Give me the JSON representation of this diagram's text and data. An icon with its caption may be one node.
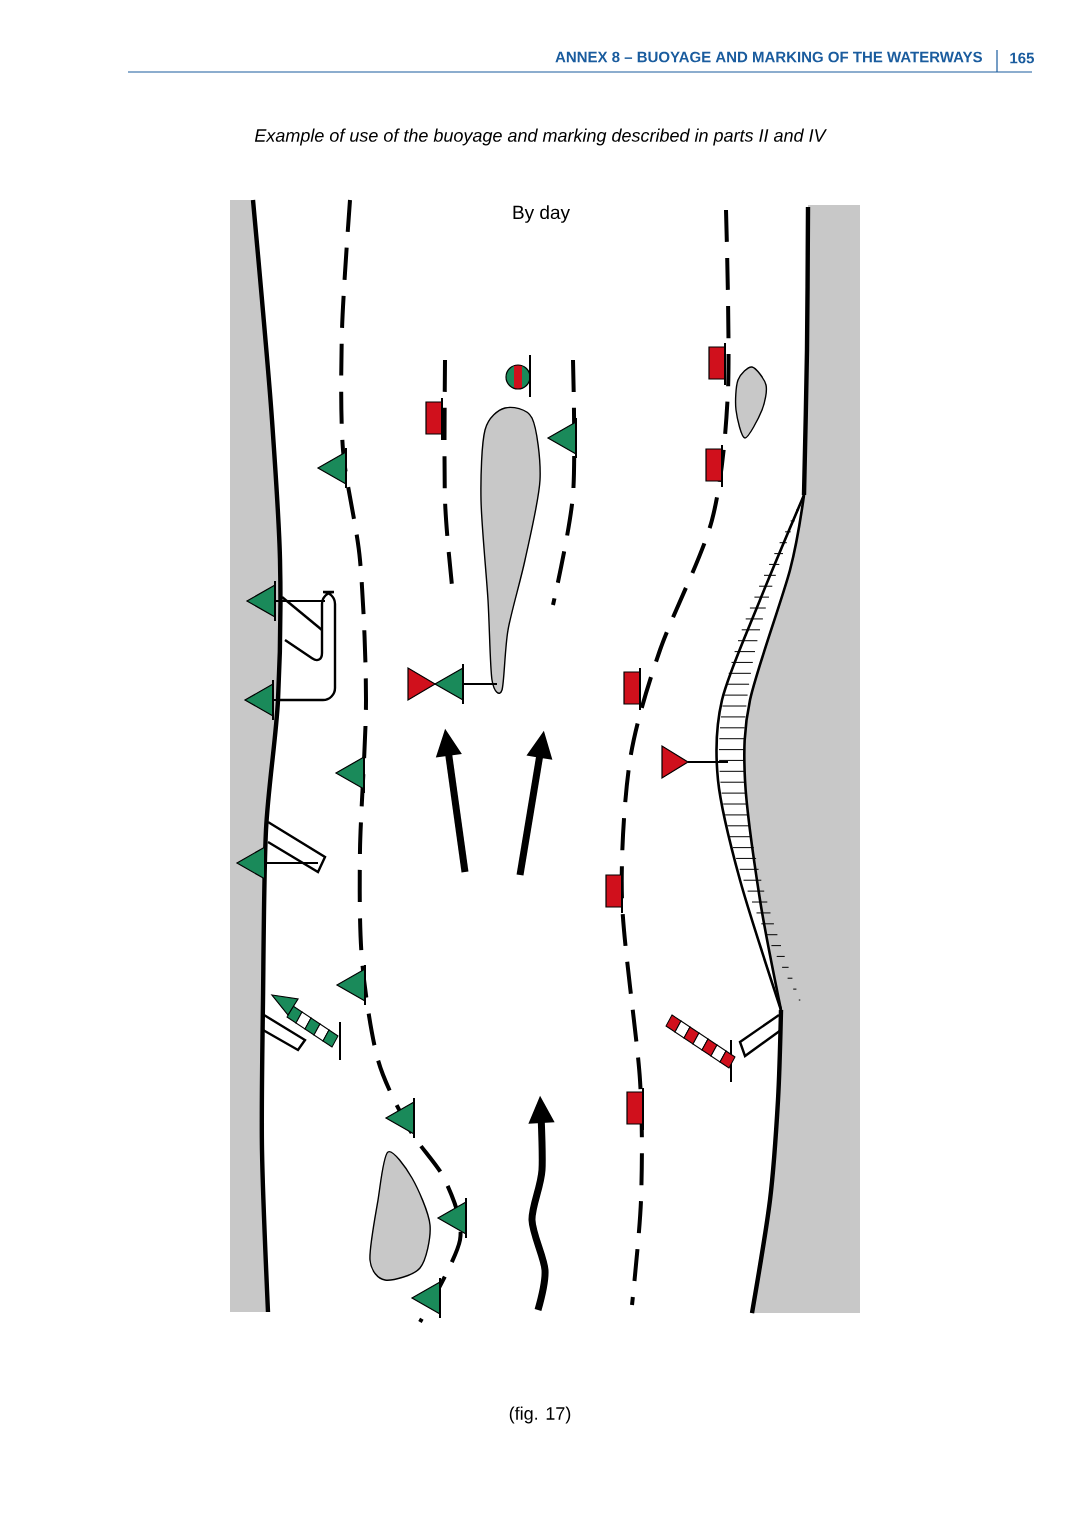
{
  "diagram": {
    "title": "Example of use of the buoyage and marking described in parts II and IV",
    "caption": "(fig. 17)",
    "labels": [
      "ANNEX 8 – BUOYAGE AND MARKING OF THE WATERWAYS",
      "165",
      "By day"
    ]
  }
}
